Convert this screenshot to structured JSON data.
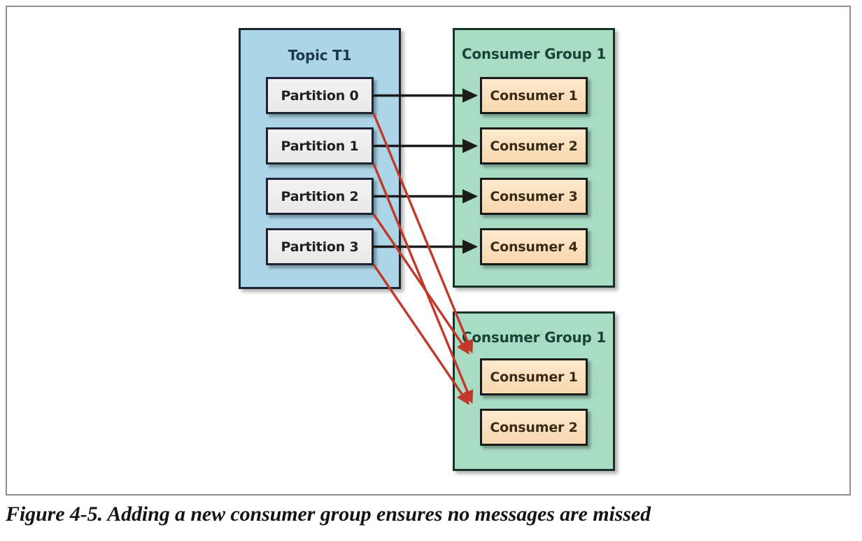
{
  "figure": {
    "caption": "Figure 4-5. Adding a new consumer group ensures no messages are missed",
    "colors": {
      "topic_fill": "#acd5e8",
      "group_fill": "#a8dcc3",
      "partition_fill": "#eeeeee",
      "consumer_fill": "#fadfbe",
      "black_arrow": "#1b1b1b",
      "red_arrow": "#c0392b",
      "frame_border": "#8e8e8e",
      "box_border": "#1b2430"
    }
  },
  "topic": {
    "title": "Topic T1",
    "partitions": [
      {
        "label": "Partition 0"
      },
      {
        "label": "Partition 1"
      },
      {
        "label": "Partition 2"
      },
      {
        "label": "Partition 3"
      }
    ]
  },
  "consumer_groups": [
    {
      "title": "Consumer Group 1",
      "consumers": [
        {
          "label": "Consumer 1"
        },
        {
          "label": "Consumer 2"
        },
        {
          "label": "Consumer 3"
        },
        {
          "label": "Consumer 4"
        }
      ]
    },
    {
      "title": "Consumer Group 1",
      "consumers": [
        {
          "label": "Consumer 1"
        },
        {
          "label": "Consumer 2"
        }
      ]
    }
  ],
  "connections": {
    "black": [
      {
        "from": "Partition 0",
        "to": "Consumer 1 (group 1)"
      },
      {
        "from": "Partition 1",
        "to": "Consumer 2 (group 1)"
      },
      {
        "from": "Partition 2",
        "to": "Consumer 3 (group 1)"
      },
      {
        "from": "Partition 3",
        "to": "Consumer 4 (group 1)"
      }
    ],
    "red": [
      {
        "from": "Partition 0",
        "to": "Consumer 1 (group 2)"
      },
      {
        "from": "Partition 1",
        "to": "Consumer 2 (group 2)"
      },
      {
        "from": "Partition 2",
        "to": "Consumer 1 (group 2)"
      },
      {
        "from": "Partition 3",
        "to": "Consumer 2 (group 2)"
      }
    ]
  }
}
